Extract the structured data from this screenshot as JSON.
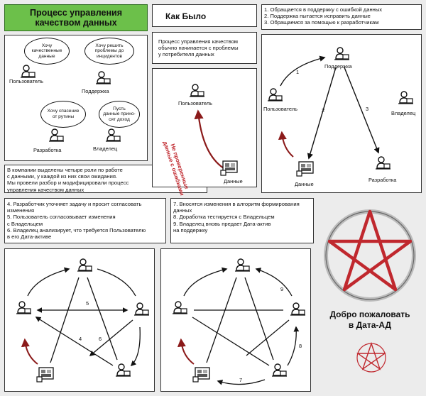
{
  "header": {
    "title": "Процесс управления\nкачеством данных",
    "subtitle": "Как Было"
  },
  "roles": {
    "user": "Пользователь",
    "support": "Поддержка",
    "developer": "Разработка",
    "owner": "Владелец",
    "data": "Данные"
  },
  "bubbles": {
    "user": "Хочу\nкачественные\nданные",
    "support": "Хочу решить\nпроблемы до\nинцидентов",
    "developer": "Хочу спасение\nот рутины",
    "owner": "Пусть\nданные прино-\nсят доход"
  },
  "texts": {
    "intro_roles": "В компании выделены четыре роли по работе\nс данными, у каждой из них свои ожидания.\nМы провели разбор и модифицировали процесс\nуправления качеством данных",
    "start": "Процесс управления качеством\nобычно начинается с проблемы\nу потребителя данных",
    "steps_1_3": "1. Обращается в поддержку с ошибкой данных\n2. Поддержка пытается исправить данные\n3. Обращаемся за помощью к разработчикам",
    "steps_4_6": "4. Разработчик уточняет задачу и просит согласовать\n    изменения\n5. Пользователь согласовывает изменения\n    с Владельцем\n6. Владелец анализирует, что требуется Пользователю\n    в его Дата-активе",
    "steps_7_9": "7. Вносятся изменения в алгоритм формирования\n    данных\n8. Доработка тестируется с Владельцем\n9. Владелец вновь предает Дата-актив\n    на поддержку",
    "bad_data": "Не проверенные\nданные с ошибками",
    "welcome": "Добро пожаловать\nв Дата-АД"
  },
  "edge_labels": {
    "e1": "1",
    "e2": "2",
    "e3": "3",
    "e4": "4",
    "e5": "5",
    "e6": "6",
    "e7": "7",
    "e8": "8",
    "e9": "9"
  },
  "colors": {
    "accent_green": "#6cc04a",
    "red": "#c0282e",
    "dark_red": "#8b1a1a"
  }
}
